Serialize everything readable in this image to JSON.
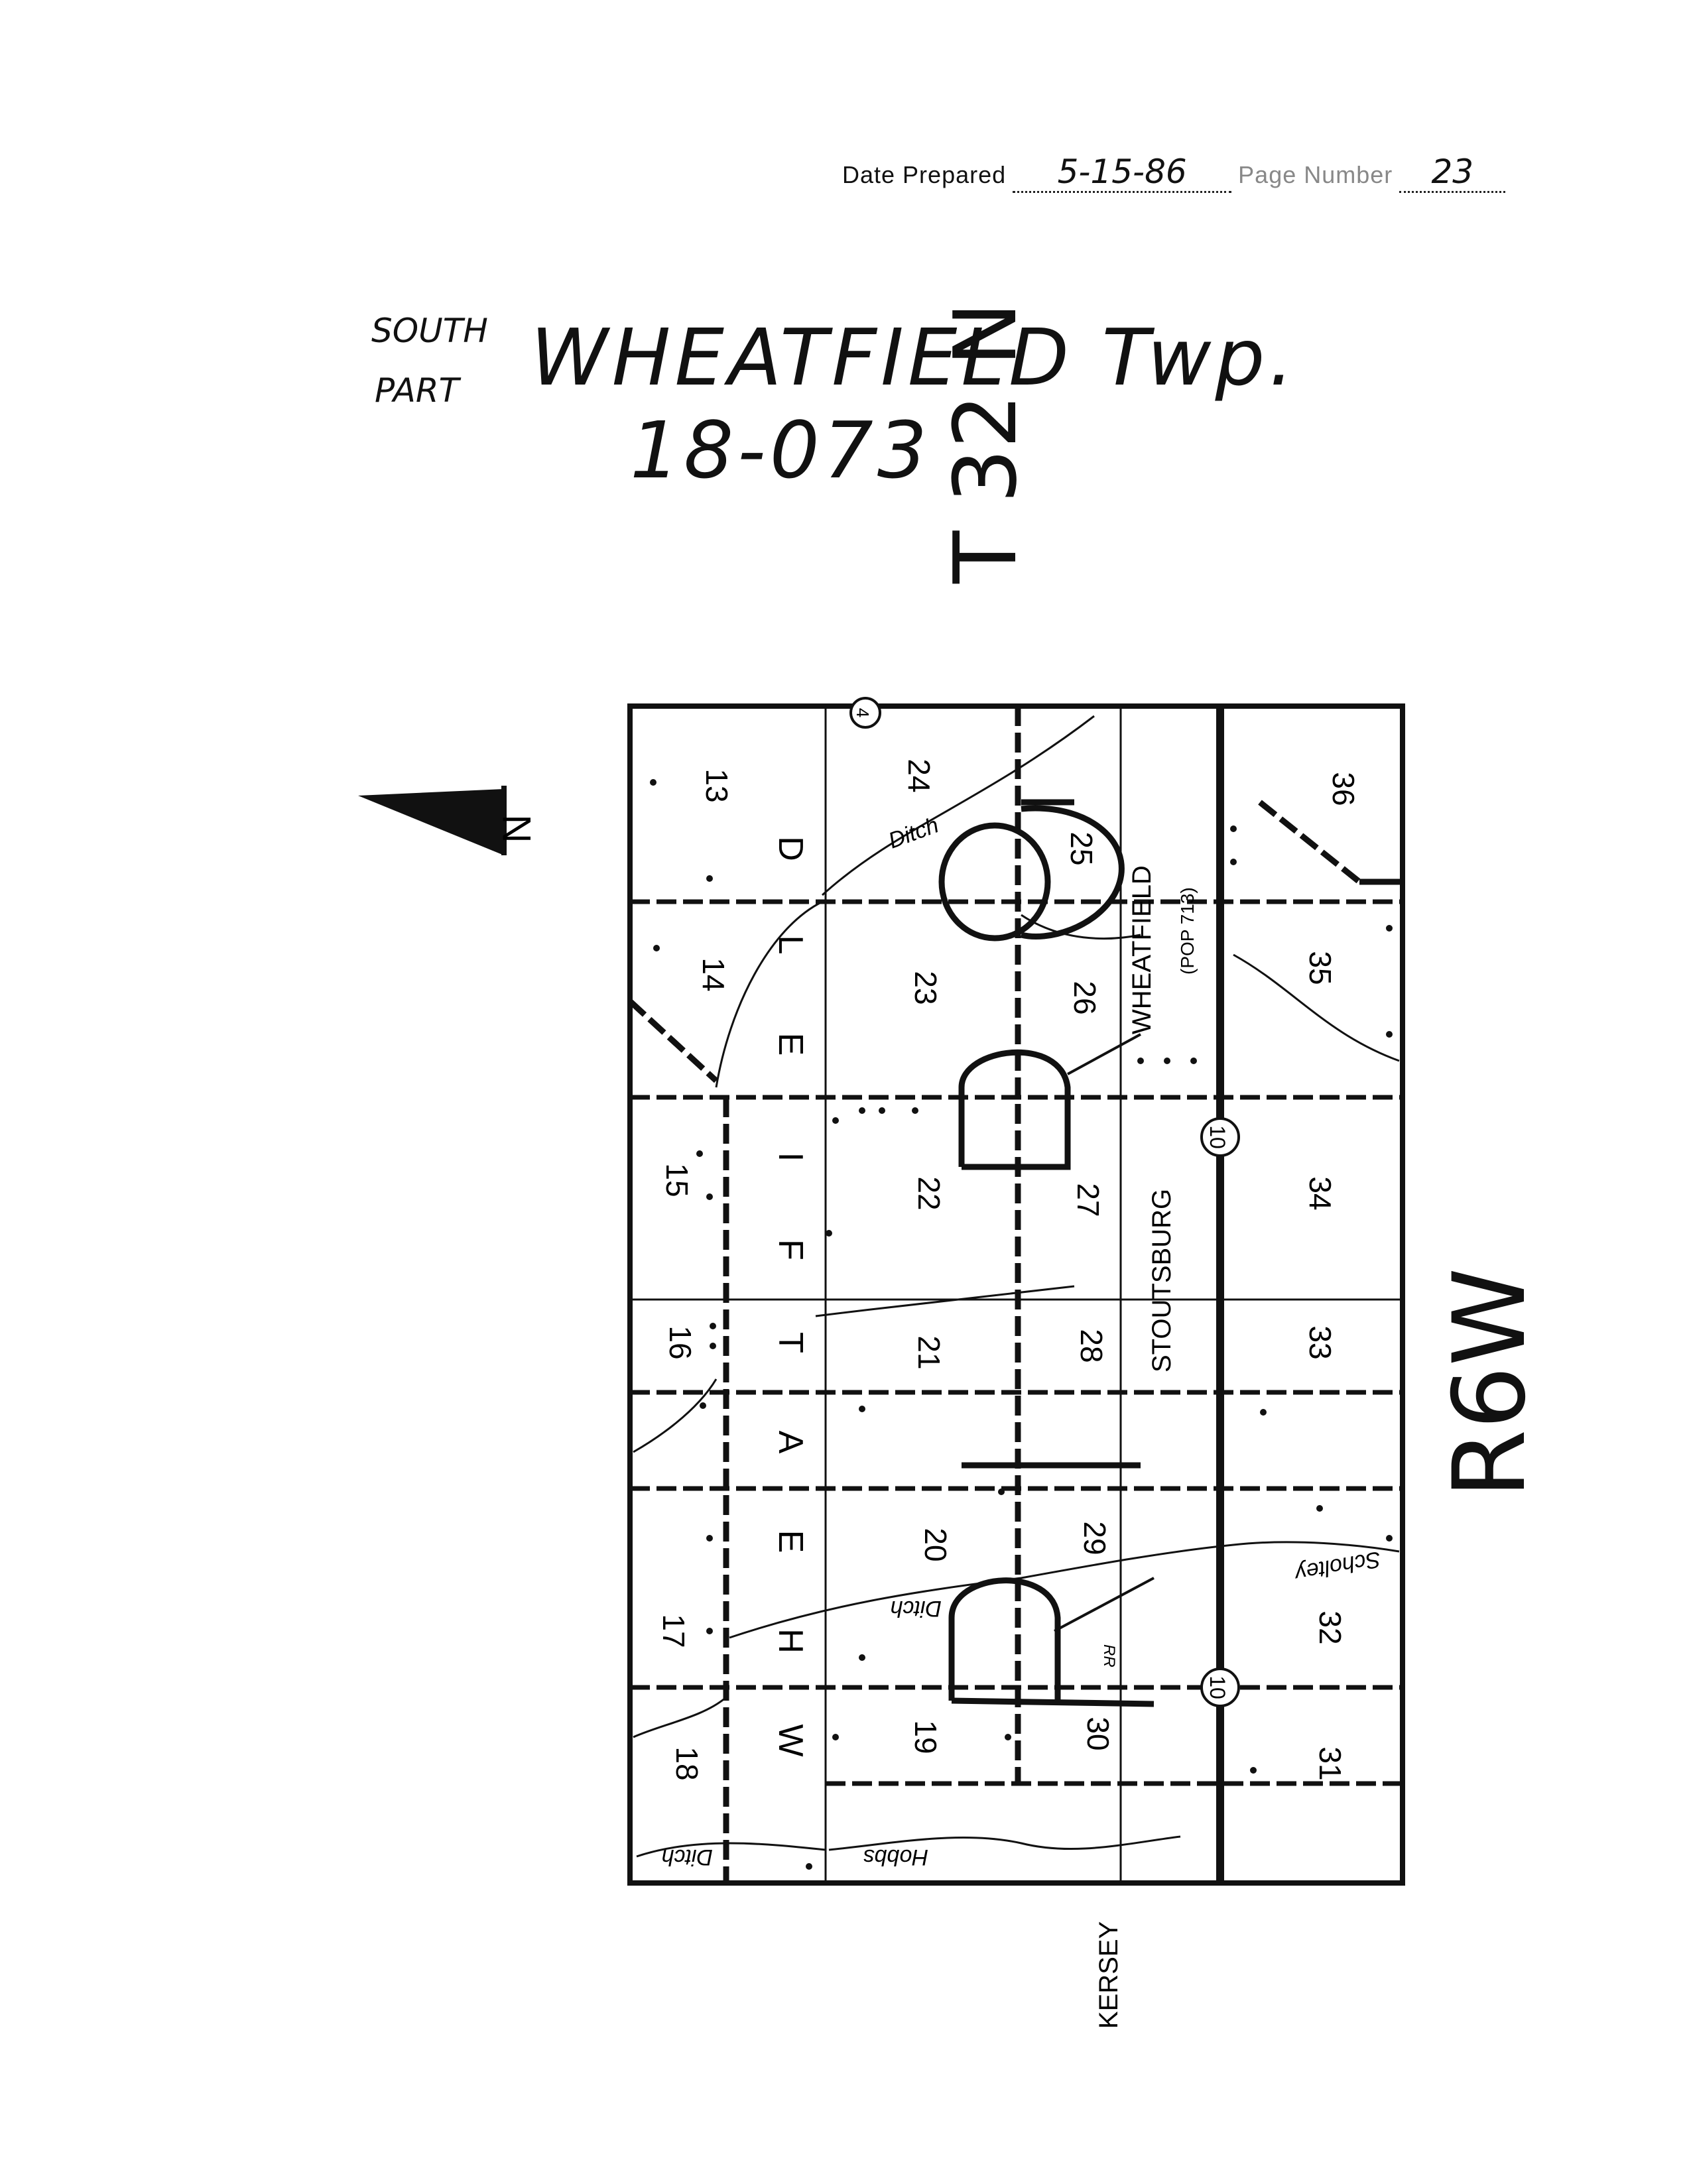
{
  "header": {
    "date_label": "Date Prepared",
    "date_value": "5-15-86",
    "page_label": "Page Number",
    "page_value": "23"
  },
  "title": {
    "part_line1": "SOUTH",
    "part_line2": "PART",
    "township": "WHEATFIELD Twp.",
    "code": "18-073"
  },
  "map": {
    "township_number": "T 32 N",
    "range": "R6W",
    "north_label": "N",
    "section_numbers": [
      "13",
      "14",
      "15",
      "16",
      "17",
      "18",
      "19",
      "20",
      "21",
      "22",
      "23",
      "24",
      "25",
      "26",
      "27",
      "28",
      "29",
      "30",
      "31",
      "32",
      "33",
      "34",
      "35",
      "36"
    ],
    "township_letters": [
      "W",
      "H",
      "E",
      "A",
      "T",
      "F",
      "I",
      "E",
      "L",
      "D"
    ],
    "places": {
      "wheatfield": "WHEATFIELD",
      "wheatfield_pop": "(POP 713)",
      "stoutsburg": "STOUTSBURG",
      "kersey": "KERSEY"
    },
    "water": {
      "ditch_north": "Ditch",
      "ditch_mid": "Ditch",
      "ditch_south": "Ditch",
      "hobbs": "Hobbs",
      "scholtey": "Scholtey"
    },
    "rail_label": "RR",
    "route_numbers": [
      "10",
      "10",
      "4"
    ]
  }
}
